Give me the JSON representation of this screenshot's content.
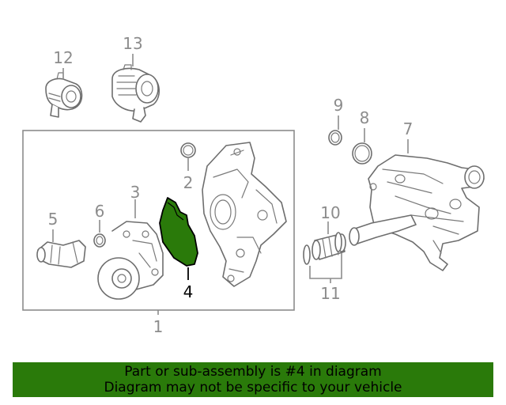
{
  "callouts": {
    "c1": "1",
    "c2": "2",
    "c3": "3",
    "c4": "4",
    "c5": "5",
    "c6": "6",
    "c7": "7",
    "c8": "8",
    "c9": "9",
    "c10": "10",
    "c11": "11",
    "c12": "12",
    "c13": "13"
  },
  "highlight_part": "4",
  "colors": {
    "highlight_fill": "#2a7a0a",
    "banner_bg": "#2a7a0a",
    "line": "#6e6e6e",
    "label": "#8c8c8c"
  },
  "banner": {
    "line1": "Part or sub-assembly is #4 in diagram",
    "line2": "Diagram may not be specific to your vehicle"
  }
}
